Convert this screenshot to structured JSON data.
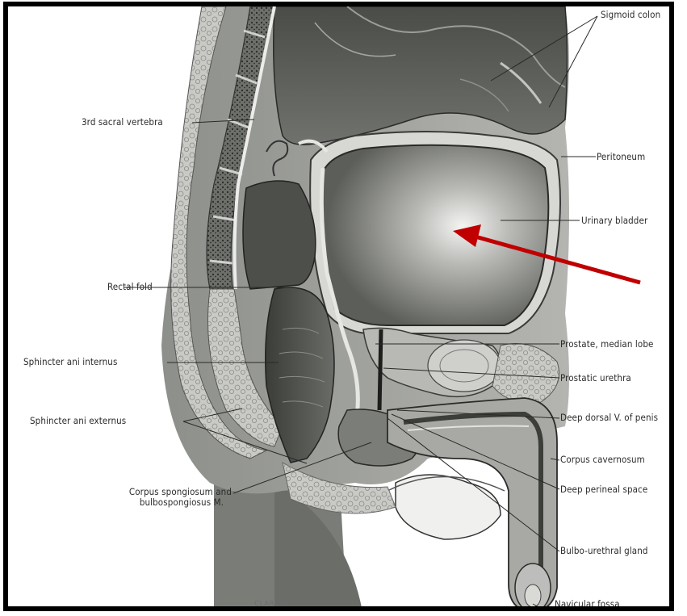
{
  "figure": {
    "signature": "CLARKE",
    "arrow_color": "#c00000",
    "frame_color": "#000000",
    "labels": {
      "sigmoid_colon": "Sigmoid colon",
      "peritoneum": "Peritoneum",
      "urinary_bladder": "Urinary bladder",
      "prostate_median_lobe": "Prostate, median lobe",
      "prostatic_urethra": "Prostatic urethra",
      "deep_dorsal_v": "Deep dorsal V. of penis",
      "corpus_cavernosum": "Corpus cavernosum",
      "deep_perineal_space": "Deep perineal space",
      "bulbo_urethral_gland": "Bulbo-urethral gland",
      "navicular_fossa": "Navicular fossa",
      "sacral_vertebra": "3rd sacral vertebra",
      "rectal_fold": "Rectal fold",
      "sphincter_internus": "Sphincter ani internus",
      "sphincter_externus": "Sphincter ani externus",
      "corpus_spongiosum_line1": "Corpus spongiosum and",
      "corpus_spongiosum_line2": "bulbospongiosus M."
    }
  }
}
